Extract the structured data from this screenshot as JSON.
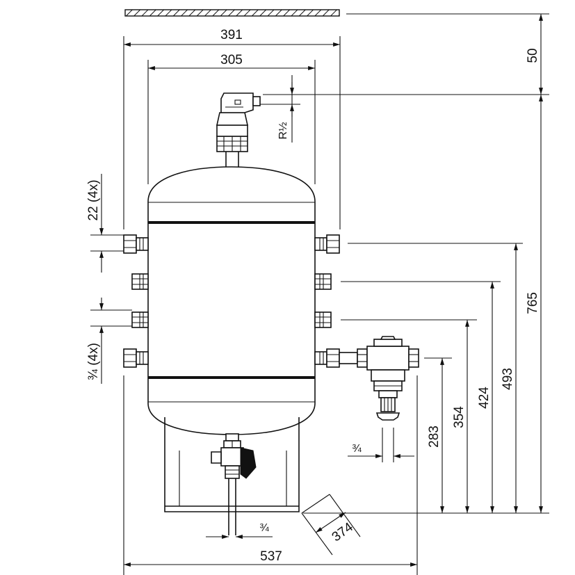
{
  "dimensions": {
    "overall_width": "391",
    "body_width": "305",
    "top_clearance": "50",
    "vent_thread": "R½",
    "connection_spacing": "22 (4x)",
    "connection_size": "¾ (4x)",
    "total_height": "765",
    "height_upper_connection": "493",
    "height_second_connection": "424",
    "height_third_connection": "354",
    "height_lower_connection": "283",
    "separator_outlet": "¾",
    "drain_outlet": "¾",
    "diagonal": "374",
    "footprint_width": "537"
  }
}
